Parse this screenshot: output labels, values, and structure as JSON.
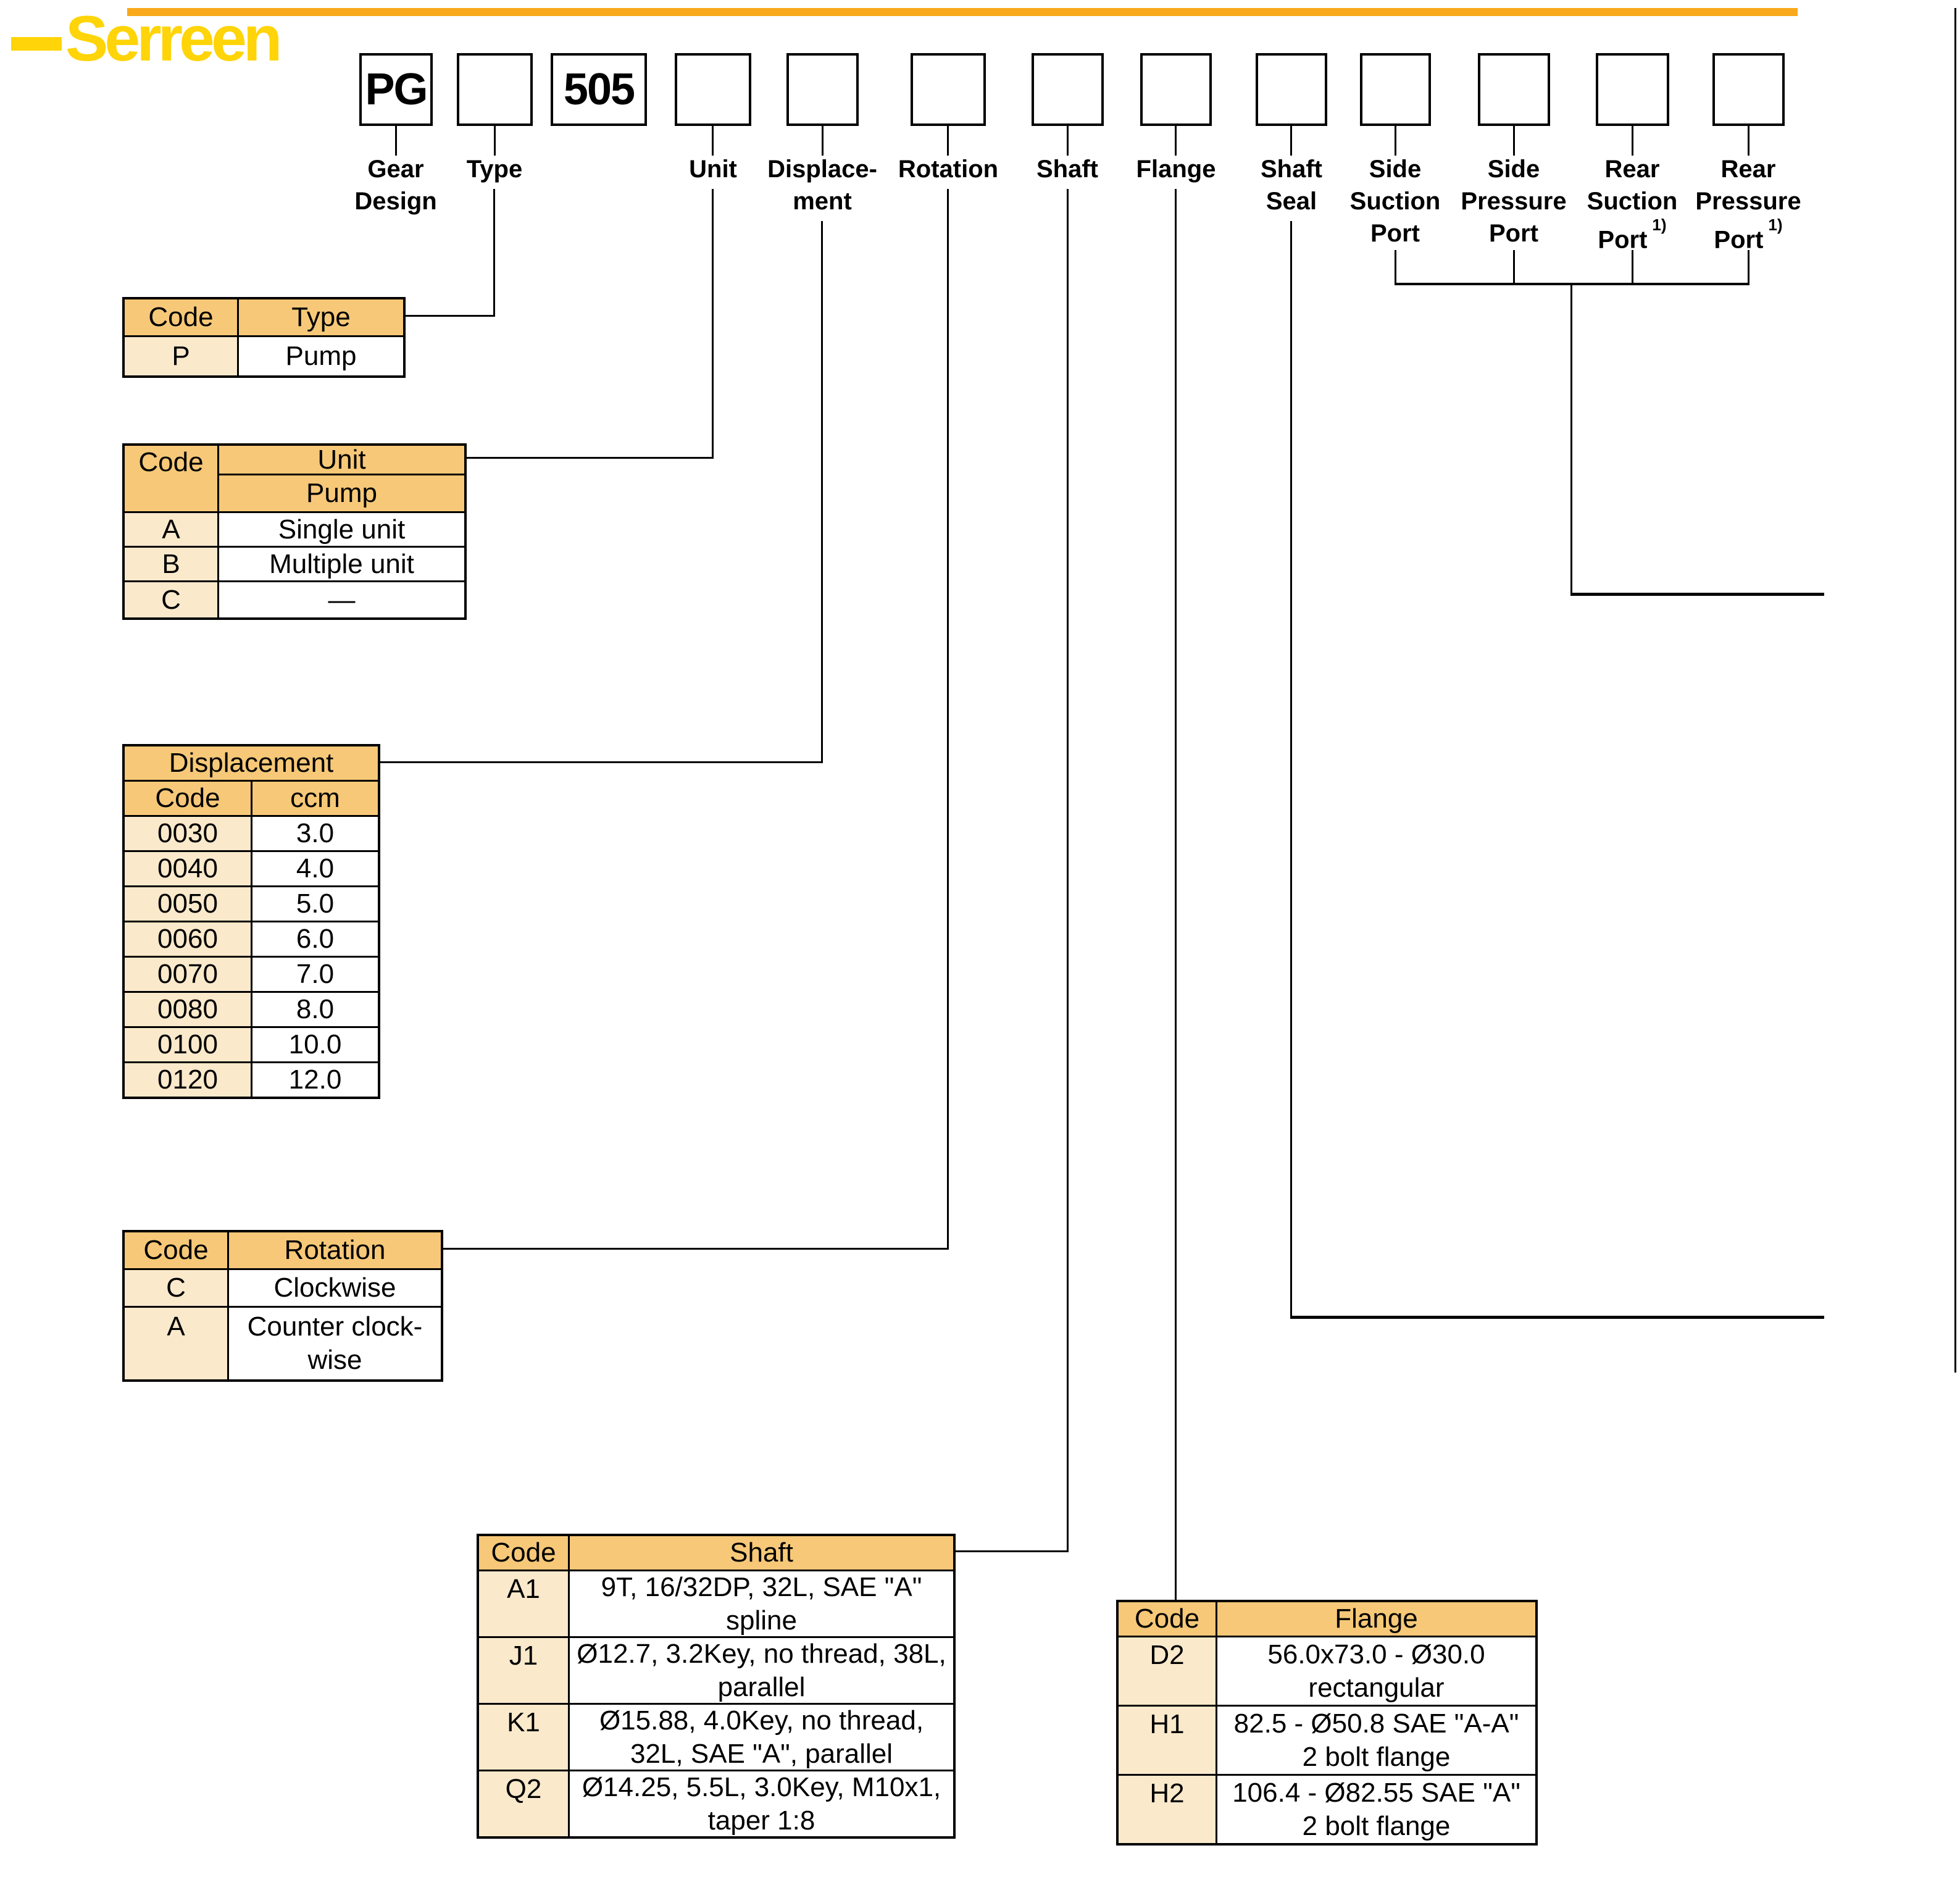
{
  "brand": {
    "logo_text": "Serreen"
  },
  "colors": {
    "accent_bar": "#F9A91B",
    "logo_yellow": "#FFD408",
    "table_header": "#F6C878",
    "table_code_cell": "#FAE9CB",
    "line_black": "#000000"
  },
  "order_code": {
    "boxes": [
      {
        "value": "PG",
        "label_lines": [
          "Gear",
          "Design"
        ]
      },
      {
        "value": "",
        "label_lines": [
          "Type"
        ]
      },
      {
        "value": "505",
        "label_lines": []
      },
      {
        "value": "",
        "label_lines": [
          "Unit"
        ]
      },
      {
        "value": "",
        "label_lines": [
          "Displace-",
          "ment"
        ]
      },
      {
        "value": "",
        "label_lines": [
          "Rotation"
        ]
      },
      {
        "value": "",
        "label_lines": [
          "Shaft"
        ]
      },
      {
        "value": "",
        "label_lines": [
          "Flange"
        ]
      },
      {
        "value": "",
        "label_lines": [
          "Shaft",
          "Seal"
        ]
      },
      {
        "value": "",
        "label_lines": [
          "Side",
          "Suction",
          "Port"
        ]
      },
      {
        "value": "",
        "label_lines": [
          "Side",
          "Pressure",
          "Port"
        ]
      },
      {
        "value": "",
        "label_lines": [
          "Rear",
          "Suction",
          "Port"
        ],
        "footnote": "1)"
      },
      {
        "value": "",
        "label_lines": [
          "Rear",
          "Pressure",
          "Port"
        ],
        "footnote": "1)"
      }
    ]
  },
  "tables": {
    "type": {
      "col1": "Code",
      "col2": "Type",
      "rows": [
        {
          "code": "P",
          "value": "Pump"
        }
      ]
    },
    "unit": {
      "col1": "Code",
      "col2": "Unit",
      "sub": "Pump",
      "rows": [
        {
          "code": "A",
          "value": "Single unit"
        },
        {
          "code": "B",
          "value": "Multiple unit"
        },
        {
          "code": "C",
          "value": "—"
        }
      ]
    },
    "displacement": {
      "title": "Displacement",
      "col1": "Code",
      "col2": "ccm",
      "rows": [
        {
          "code": "0030",
          "ccm": "3.0"
        },
        {
          "code": "0040",
          "ccm": "4.0"
        },
        {
          "code": "0050",
          "ccm": "5.0"
        },
        {
          "code": "0060",
          "ccm": "6.0"
        },
        {
          "code": "0070",
          "ccm": "7.0"
        },
        {
          "code": "0080",
          "ccm": "8.0"
        },
        {
          "code": "0100",
          "ccm": "10.0"
        },
        {
          "code": "0120",
          "ccm": "12.0"
        }
      ]
    },
    "rotation": {
      "col1": "Code",
      "col2": "Rotation",
      "rows": [
        {
          "code": "C",
          "lines": [
            "Clockwise"
          ]
        },
        {
          "code": "A",
          "lines": [
            "Counter clock-",
            "wise"
          ]
        }
      ]
    },
    "shaft": {
      "col1": "Code",
      "col2": "Shaft",
      "rows": [
        {
          "code": "A1",
          "lines": [
            "9T, 16/32DP, 32L, SAE \"A\"",
            "spline"
          ]
        },
        {
          "code": "J1",
          "lines": [
            "Ø12.7, 3.2Key, no thread, 38L,",
            "parallel"
          ]
        },
        {
          "code": "K1",
          "lines": [
            "Ø15.88, 4.0Key, no thread,",
            "32L, SAE \"A\", parallel"
          ]
        },
        {
          "code": "Q2",
          "lines": [
            "Ø14.25, 5.5L, 3.0Key, M10x1,",
            "taper 1:8"
          ]
        }
      ]
    },
    "flange": {
      "col1": "Code",
      "col2": "Flange",
      "rows": [
        {
          "code": "D2",
          "lines": [
            "56.0x73.0 - Ø30.0",
            "rectangular"
          ]
        },
        {
          "code": "H1",
          "lines": [
            "82.5 - Ø50.8 SAE \"A-A\"",
            "2 bolt flange"
          ]
        },
        {
          "code": "H2",
          "lines": [
            "106.4 - Ø82.55 SAE \"A\"",
            "2 bolt flange"
          ]
        }
      ]
    }
  }
}
